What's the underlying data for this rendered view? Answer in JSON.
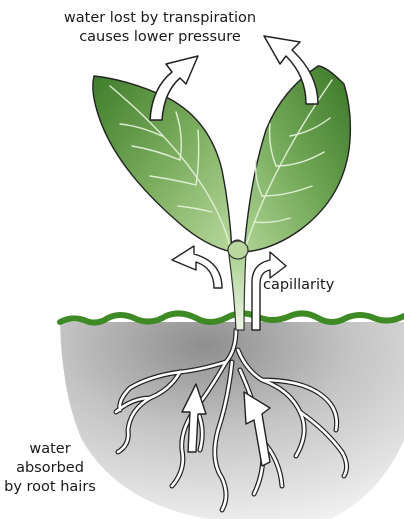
{
  "labels": {
    "transpiration_line1": "water lost by transpiration",
    "transpiration_line2": "causes lower pressure",
    "capillarity": "capillarity",
    "roots_line1": "water",
    "roots_line2": "absorbed",
    "roots_line3": "by root hairs"
  },
  "colors": {
    "leaf_dark": "#3d7a2a",
    "leaf_light": "#a9cf8c",
    "stem_top": "#9cc77f",
    "stem_bottom": "#e4efd9",
    "soil_dark": "#8b8b8b",
    "soil_light": "#efefef",
    "grass": "#3e8a25",
    "outline": "#222222",
    "arrow_fill": "#ffffff"
  }
}
